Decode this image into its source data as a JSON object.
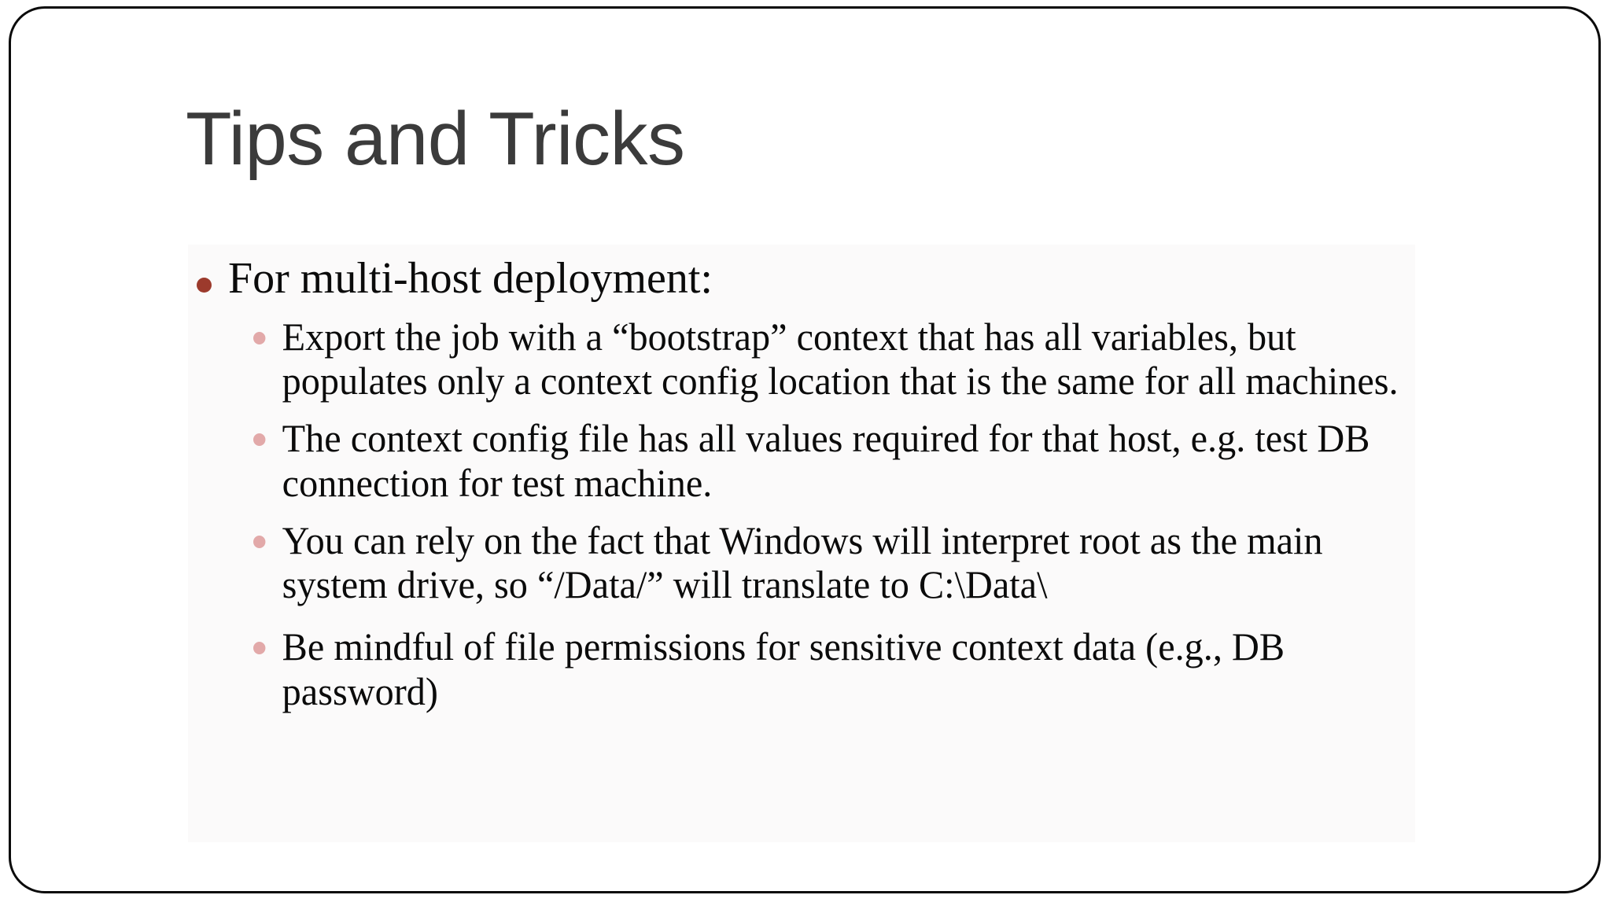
{
  "slide": {
    "title": "Tips and Tricks",
    "colors": {
      "title_text": "#3b3b3b",
      "body_text": "#0b0b0b",
      "bullet_level1": "#9c3a2c",
      "bullet_level2": "#e2a9a9",
      "border": "#0a0a0a",
      "background": "#ffffff"
    },
    "bullets": [
      {
        "level": 1,
        "text": "For multi-host deployment:",
        "children": [
          {
            "level": 2,
            "text": "Export the job with a “bootstrap” context that has all variables, but populates only a context config location that is the same for all machines."
          },
          {
            "level": 2,
            "text": "The context config file has all values required for that host, e.g. test DB connection for test machine."
          },
          {
            "level": 2,
            "text": "You can rely on the fact that Windows will interpret root as the main system drive, so “/Data/” will translate to C:\\Data\\"
          },
          {
            "level": 2,
            "text": "Be mindful of file permissions for sensitive context data (e.g., DB password)"
          }
        ]
      }
    ]
  }
}
